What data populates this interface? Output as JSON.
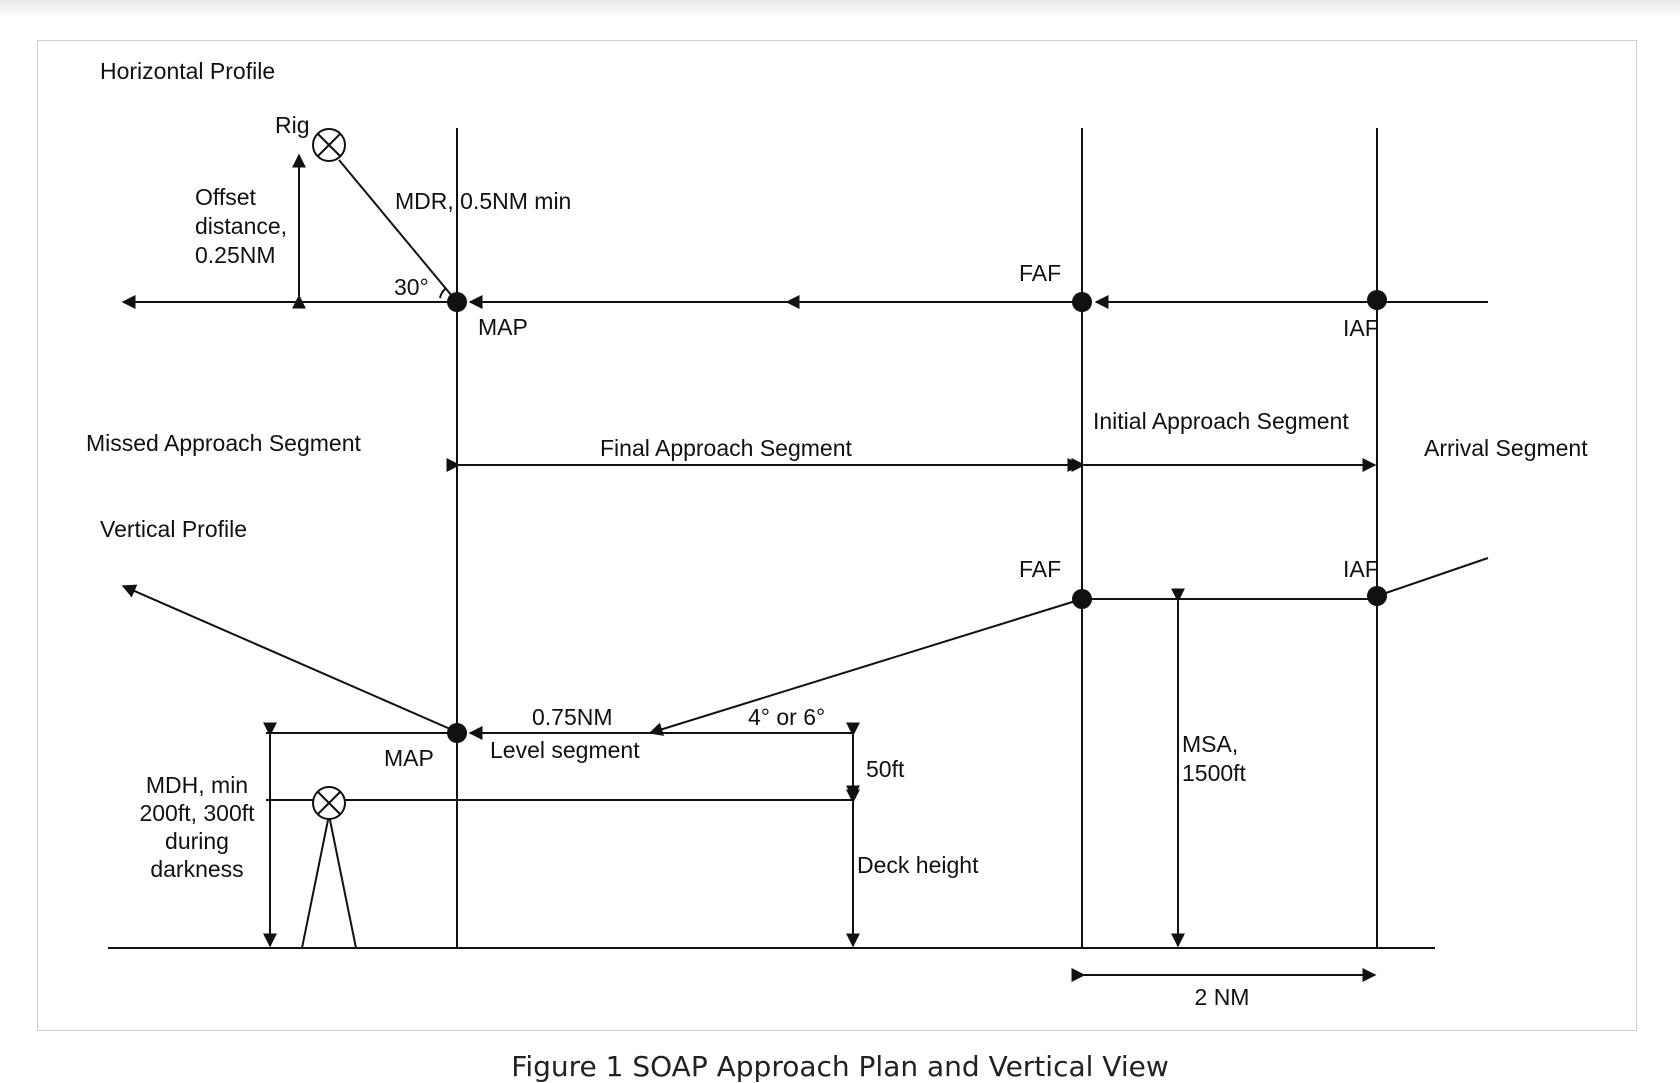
{
  "caption": "Figure 1 SOAP Approach Plan and Vertical View",
  "horizontal": {
    "title": "Horizontal Profile",
    "rig": "Rig",
    "offset_1": "Offset",
    "offset_2": "distance,",
    "offset_3": "0.25NM",
    "mdr": "MDR, 0.5NM min",
    "angle": "30°",
    "faf": "FAF",
    "map": "MAP",
    "iaf": "IAF"
  },
  "segments": {
    "missed": "Missed Approach Segment",
    "final": "Final Approach Segment",
    "initial": "Initial Approach Segment",
    "arrival": "Arrival Segment"
  },
  "vertical": {
    "title": "Vertical Profile",
    "faf": "FAF",
    "iaf": "IAF",
    "map": "MAP",
    "level_distance": "0.75NM",
    "level_segment": "Level segment",
    "glide_angle": "4° or 6°",
    "fifty_ft": "50ft",
    "deck_height": "Deck height",
    "msa_1": "MSA,",
    "msa_2": "1500ft",
    "mdh_1": "MDH, min",
    "mdh_2": "200ft, 300ft",
    "mdh_3": "during",
    "mdh_4": "darkness",
    "two_nm": "2 NM"
  }
}
